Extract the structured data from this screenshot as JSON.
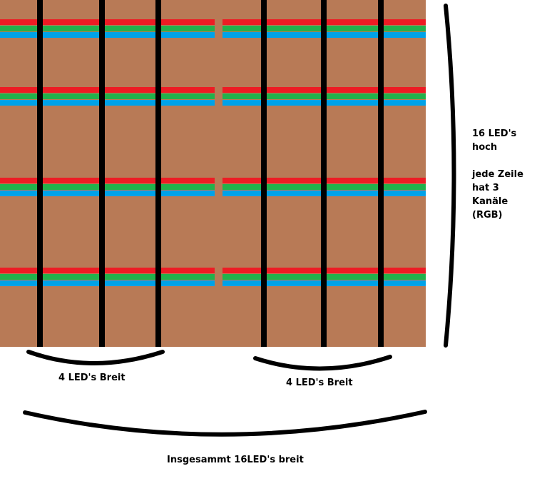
{
  "labels": {
    "left_group": "4 LED's Breit",
    "right_group": "4 LED's Breit",
    "total": "Insgesammt  16LED's breit",
    "height_line1": "16 LED's",
    "height_line2": "hoch",
    "channels_line1": "jede Zeile",
    "channels_line2": "hat 3 Kanäle",
    "channels_line3": "(RGB)"
  },
  "colors": {
    "board": "#b87a56",
    "red": "#ed1c24",
    "green": "#22b14c",
    "blue": "#00a2e8",
    "line": "#000000"
  }
}
